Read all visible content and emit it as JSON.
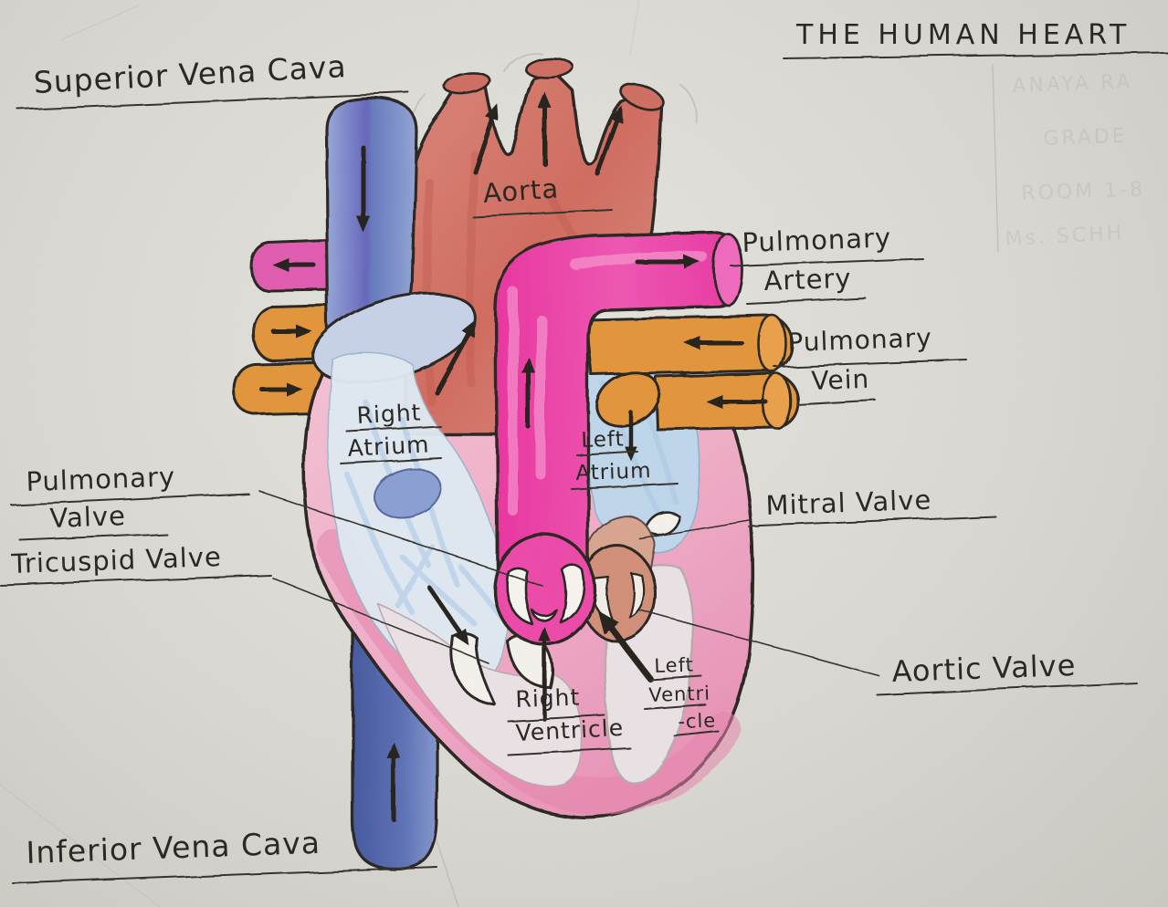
{
  "title": "THE HUMAN HEART",
  "parts": {
    "superior_vena_cava": "Superior Vena Cava",
    "aorta": "Aorta",
    "pulmonary_artery": [
      "Pulmonary",
      "Artery"
    ],
    "pulmonary_vein": [
      "Pulmonary",
      "Vein"
    ],
    "right_atrium": [
      "Right",
      "Atrium"
    ],
    "left_atrium": [
      "Left",
      "Atrium"
    ],
    "pulmonary_valve": [
      "Pulmonary",
      "Valve"
    ],
    "tricuspid_valve": "Tricuspid Valve",
    "mitral_valve": "Mitral Valve",
    "aortic_valve": "Aortic Valve",
    "right_ventricle": [
      "Right",
      "Ventricle"
    ],
    "left_ventricle": [
      "Left",
      "Ventri",
      "-cle"
    ],
    "inferior_vena_cava": "Inferior Vena Cava"
  },
  "faint_pencil_note": [
    "ANAYA  RA",
    "GRADE",
    "ROOM 1-8",
    "Ms. SCHH"
  ],
  "colors": {
    "paper": "#dad8d3",
    "ink": "#2c2923",
    "outline": "#2b2724",
    "vena_cava_blue": "#7e91c9",
    "vena_cava_dark": "#5468b0",
    "aorta_red": "#d5796e",
    "aorta_dark": "#c25c50",
    "pulmonary_pink": "#ea3fa6",
    "pulmonary_pink_light": "#f59ed2",
    "pink_stub": "#e05cb0",
    "vein_orange": "#e2953b",
    "vein_orange_light": "#eaa04c",
    "heart_wall_pink": "#f0b5cb",
    "heart_wall_deep": "#e583ab",
    "atrium_blue_pale": "#dfe9f2",
    "left_atrium_blue": "#bfd6ea",
    "chamber_pale": "#e9e1e4",
    "valve_tan": "#d28f78",
    "valve_white": "#f4f0ec",
    "fossa_blue": "#8b9fd4",
    "arrow_black": "#25221e"
  }
}
